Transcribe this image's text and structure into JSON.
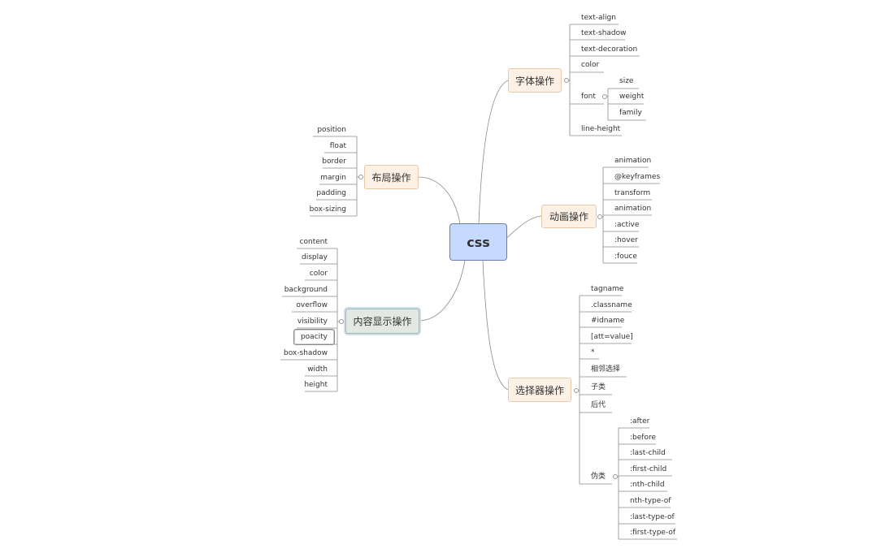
{
  "root": {
    "label": "css"
  },
  "branches": [
    {
      "id": "font",
      "label": "字体操作",
      "items": [
        "text-align",
        "text-shadow",
        "text-decoration",
        "color",
        "font",
        "line-height"
      ],
      "font_sub": [
        "size",
        "weight",
        "family"
      ]
    },
    {
      "id": "anim",
      "label": "动画操作",
      "items": [
        "animation",
        "@keyframes",
        "transform",
        "animation",
        ":active",
        ":hover",
        ":fouce"
      ]
    },
    {
      "id": "sel",
      "label": "选择器操作",
      "items": [
        "tagname",
        ".classname",
        "#idname",
        "[att=value]",
        "*",
        "相邻选择",
        "子类",
        "后代",
        "伪类"
      ],
      "pseudo_sub": [
        ":after",
        ":before",
        ":last-child",
        ":first-child",
        ":nth-child",
        "nth-type-of",
        ":last-type-of",
        ":first-type-of"
      ]
    },
    {
      "id": "layout",
      "label": "布局操作",
      "items": [
        "position",
        "float",
        "border",
        "margin",
        "padding",
        "box-sizing"
      ]
    },
    {
      "id": "content",
      "label": "内容显示操作",
      "items": [
        "content",
        "display",
        "color",
        "background",
        "overflow",
        "visibility",
        "poacity",
        "box-shadow",
        "width",
        "height"
      ]
    }
  ],
  "colors": {
    "root_fill": "#c6d9ff",
    "branch_fill": "#fdf1e6",
    "line": "#888888",
    "selected_fill": "#e3e8e3"
  }
}
